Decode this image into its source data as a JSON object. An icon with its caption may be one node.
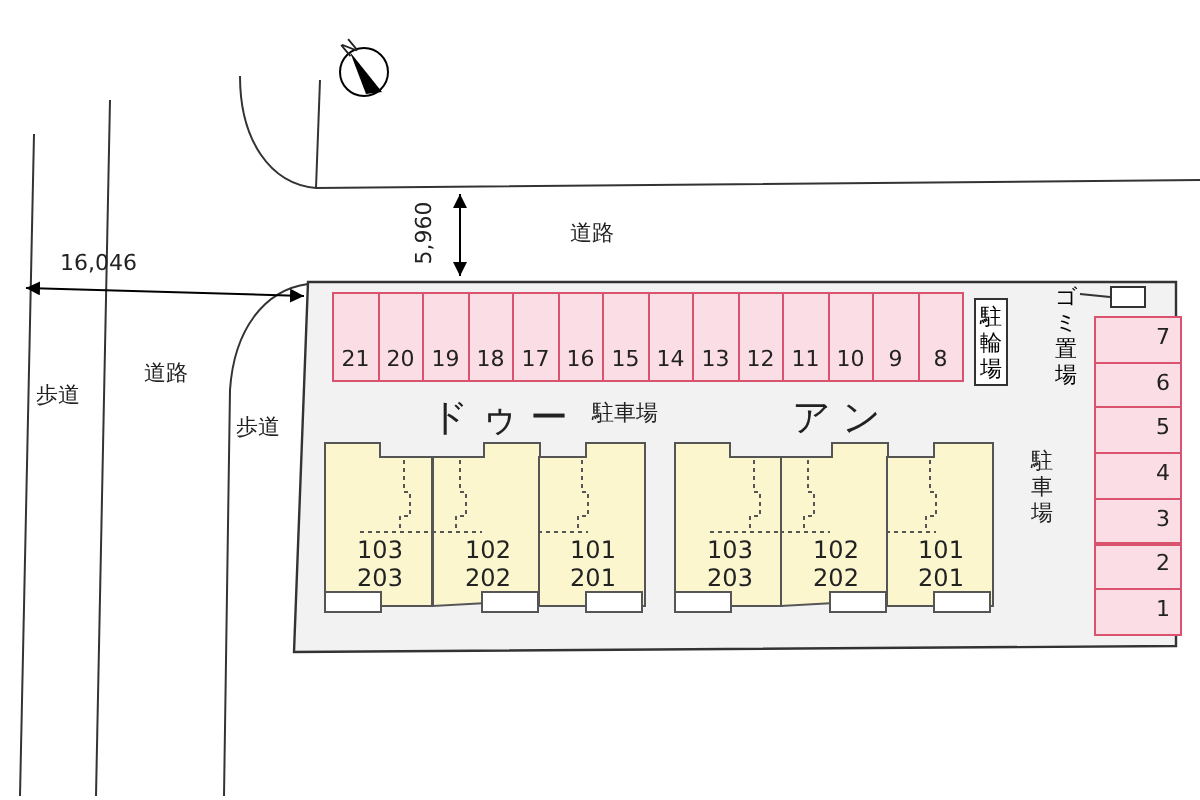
{
  "diagram": {
    "nodes": [
      {
        "text": [
          "21"
        ]
      },
      {
        "text": [
          "20"
        ]
      },
      {
        "text": [
          "19"
        ]
      },
      {
        "text": [
          "18"
        ]
      },
      {
        "text": [
          "17"
        ]
      },
      {
        "text": [
          "16"
        ]
      },
      {
        "text": [
          "15"
        ]
      },
      {
        "text": [
          "14"
        ]
      },
      {
        "text": [
          "13"
        ]
      },
      {
        "text": [
          "12"
        ]
      },
      {
        "text": [
          "11"
        ]
      },
      {
        "text": [
          "10"
        ]
      },
      {
        "text": [
          "9"
        ]
      },
      {
        "text": [
          "8"
        ]
      },
      {
        "text": [
          "駐輪場"
        ]
      },
      {
        "text": [
          "ゴミ置場"
        ]
      },
      {
        "text": [],
        "shape": "box"
      },
      {
        "text": [
          "7"
        ]
      },
      {
        "text": [
          "6"
        ]
      },
      {
        "text": [
          "5"
        ]
      },
      {
        "text": [
          "4"
        ]
      },
      {
        "text": [
          "3"
        ]
      },
      {
        "text": [
          "2"
        ]
      },
      {
        "text": [
          "1"
        ]
      },
      {
        "text": [
          "103 203"
        ]
      },
      {
        "text": [
          "102 202"
        ]
      },
      {
        "text": [
          "101 201"
        ]
      },
      {
        "text": [
          "103 203"
        ]
      },
      {
        "text": [
          "102 202"
        ]
      },
      {
        "text": [
          "101 201"
        ]
      }
    ],
    "edges": [
      {
        "from": 15,
        "to": 16,
        "arrow": "none"
      }
    ],
    "labels": [
      "N",
      "5,960",
      "道路",
      "16,046",
      "歩道",
      "道路",
      "歩道",
      "ドゥー",
      "駐車場",
      "アン",
      "駐車場"
    ]
  }
}
